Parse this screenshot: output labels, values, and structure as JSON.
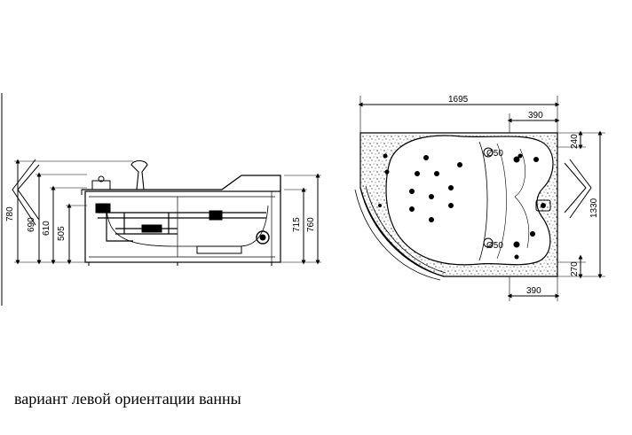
{
  "side_view": {
    "dims": {
      "d780": "780",
      "d690": "690",
      "d610": "610",
      "d505": "505",
      "d715": "715",
      "d760": "760"
    }
  },
  "plan_view": {
    "dims": {
      "total_length": "1695",
      "top_390": "390",
      "bottom_390": "390",
      "d240": "240",
      "d270": "270",
      "d1330": "1330",
      "drain_top": "Ø50",
      "drain_bottom": "Ø50"
    }
  },
  "caption": "вариант левой ориентации ванны"
}
